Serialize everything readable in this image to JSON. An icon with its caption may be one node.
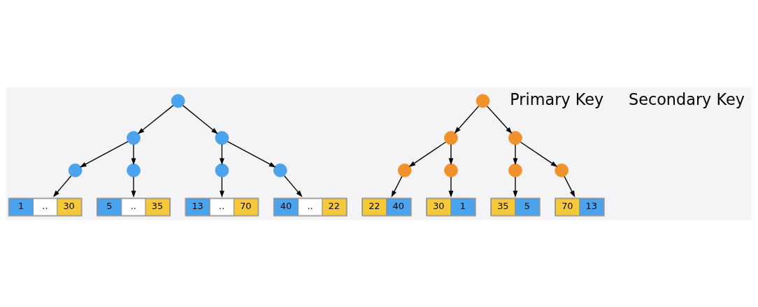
{
  "diagram": {
    "nodes": [
      {
        "text": [],
        "shape": "circle"
      },
      {
        "text": [],
        "shape": "circle"
      },
      {
        "text": [],
        "shape": "circle"
      },
      {
        "text": [],
        "shape": "circle"
      },
      {
        "text": [],
        "shape": "circle"
      },
      {
        "text": [],
        "shape": "circle"
      },
      {
        "text": [],
        "shape": "circle"
      },
      {
        "text": [
          "1",
          "..",
          "30"
        ]
      },
      {
        "text": [
          "5",
          "..",
          "35"
        ]
      },
      {
        "text": [
          "13",
          "..",
          "70"
        ]
      },
      {
        "text": [
          "40",
          "..",
          "22"
        ]
      },
      {
        "text": [],
        "shape": "circle"
      },
      {
        "text": [],
        "shape": "circle"
      },
      {
        "text": [],
        "shape": "circle"
      },
      {
        "text": [],
        "shape": "circle"
      },
      {
        "text": [],
        "shape": "circle"
      },
      {
        "text": [],
        "shape": "circle"
      },
      {
        "text": [],
        "shape": "circle"
      },
      {
        "text": [
          "22",
          "40"
        ]
      },
      {
        "text": [
          "30",
          "1"
        ]
      },
      {
        "text": [
          "35",
          "5"
        ]
      },
      {
        "text": [
          "70",
          "13"
        ]
      }
    ],
    "edges": [
      {
        "from": 0,
        "to": 1,
        "arrow": "to"
      },
      {
        "from": 0,
        "to": 2,
        "arrow": "to"
      },
      {
        "from": 1,
        "to": 3,
        "arrow": "to"
      },
      {
        "from": 1,
        "to": 4,
        "arrow": "to"
      },
      {
        "from": 2,
        "to": 5,
        "arrow": "to"
      },
      {
        "from": 2,
        "to": 6,
        "arrow": "to"
      },
      {
        "from": 3,
        "to": 7,
        "arrow": "to"
      },
      {
        "from": 4,
        "to": 8,
        "arrow": "to"
      },
      {
        "from": 5,
        "to": 9,
        "arrow": "to"
      },
      {
        "from": 6,
        "to": 10,
        "arrow": "to"
      },
      {
        "from": 11,
        "to": 12,
        "arrow": "to"
      },
      {
        "from": 11,
        "to": 13,
        "arrow": "to"
      },
      {
        "from": 12,
        "to": 14,
        "arrow": "to"
      },
      {
        "from": 12,
        "to": 15,
        "arrow": "to"
      },
      {
        "from": 13,
        "to": 16,
        "arrow": "to"
      },
      {
        "from": 13,
        "to": 17,
        "arrow": "to"
      },
      {
        "from": 14,
        "to": 18,
        "arrow": "to"
      },
      {
        "from": 15,
        "to": 19,
        "arrow": "to"
      },
      {
        "from": 16,
        "to": 20,
        "arrow": "to"
      },
      {
        "from": 17,
        "to": 21,
        "arrow": "to"
      }
    ],
    "labels": [
      "Primary Key",
      "Secondary Key"
    ]
  }
}
